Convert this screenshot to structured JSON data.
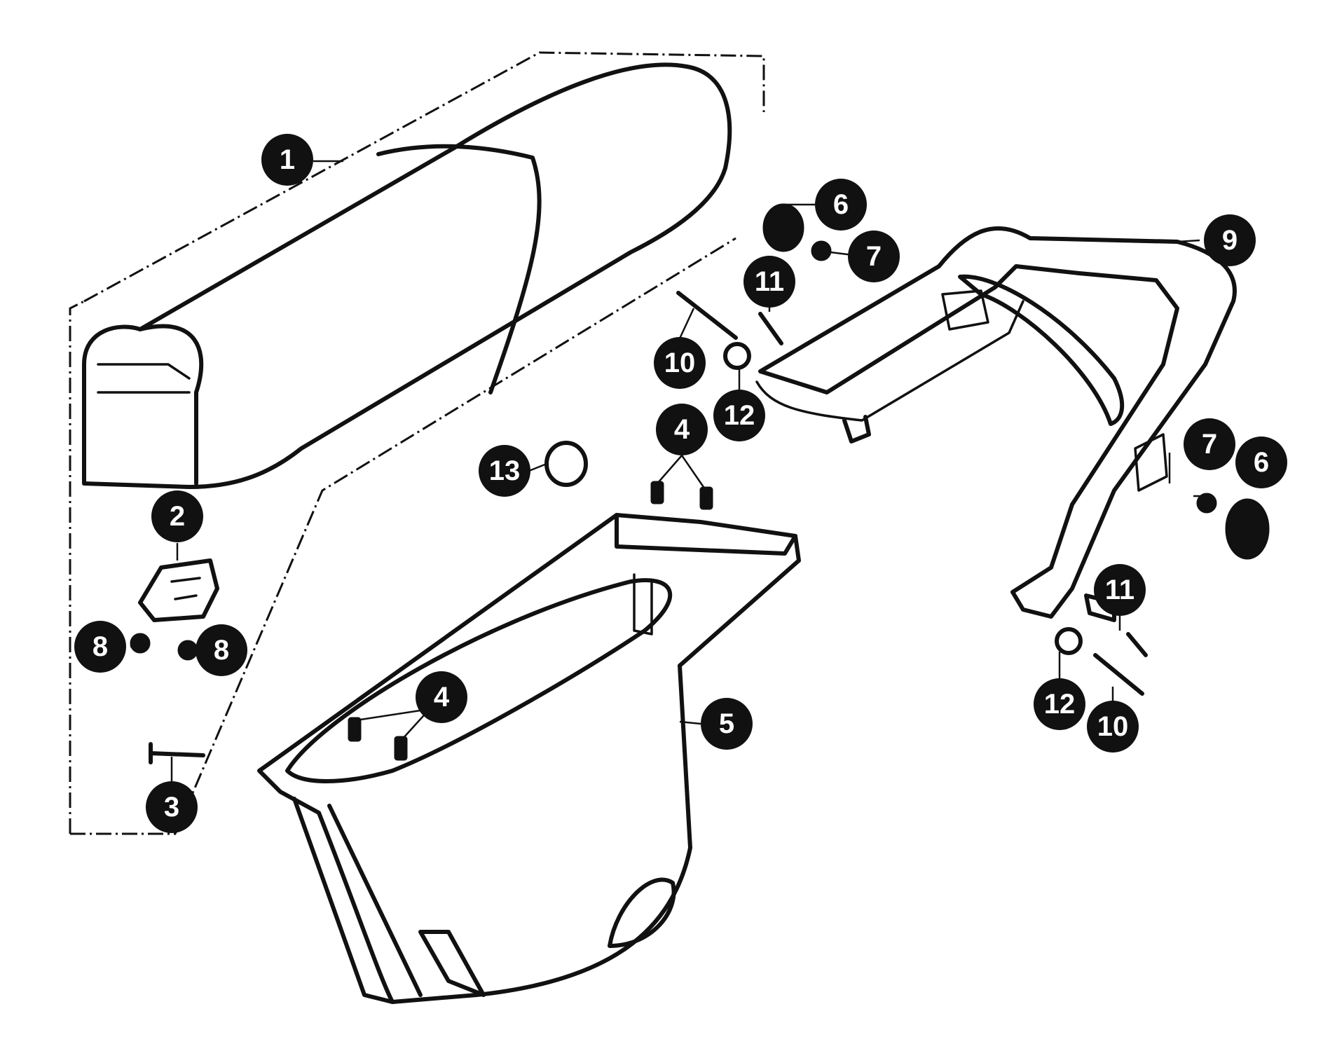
{
  "diagram": {
    "callouts": [
      {
        "id": "c1",
        "label": "1"
      },
      {
        "id": "c2",
        "label": "2"
      },
      {
        "id": "c3",
        "label": "3"
      },
      {
        "id": "c4a",
        "label": "4"
      },
      {
        "id": "c4b",
        "label": "4"
      },
      {
        "id": "c5",
        "label": "5"
      },
      {
        "id": "c6a",
        "label": "6"
      },
      {
        "id": "c6b",
        "label": "6"
      },
      {
        "id": "c7a",
        "label": "7"
      },
      {
        "id": "c7b",
        "label": "7"
      },
      {
        "id": "c8a",
        "label": "8"
      },
      {
        "id": "c8b",
        "label": "8"
      },
      {
        "id": "c9",
        "label": "9"
      },
      {
        "id": "c10a",
        "label": "10"
      },
      {
        "id": "c10b",
        "label": "10"
      },
      {
        "id": "c11a",
        "label": "11"
      },
      {
        "id": "c11b",
        "label": "11"
      },
      {
        "id": "c12a",
        "label": "12"
      },
      {
        "id": "c12b",
        "label": "12"
      },
      {
        "id": "c13",
        "label": "13"
      }
    ]
  }
}
